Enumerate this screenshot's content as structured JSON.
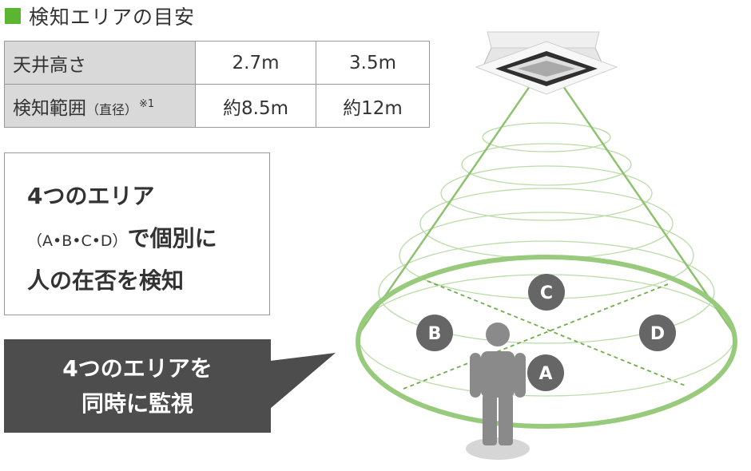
{
  "heading": {
    "title": "検知エリアの目安",
    "accent_color": "#5cb531"
  },
  "table": {
    "rows": [
      {
        "label": "天井高さ",
        "label_sub": "",
        "note": "",
        "values": [
          "2.7m",
          "3.5m"
        ]
      },
      {
        "label": "検知範囲",
        "label_sub": "（直径）",
        "note": "※1",
        "values": [
          "約8.5m",
          "約12m"
        ]
      }
    ]
  },
  "feature_box": {
    "line1": "4つのエリア",
    "line2_small": "（A•B•C•D）",
    "line2_rest": "で個別に",
    "line3": "人の在否を検知"
  },
  "callout": {
    "line1": "4つのエリアを",
    "line2": "同時に監視",
    "color": "#4d4d4d"
  },
  "zones": {
    "a": "A",
    "b": "B",
    "c": "C",
    "d": "D"
  },
  "colors": {
    "cone": "#8dc26f",
    "zone_badge": "#666666",
    "person": "#8a8a8a"
  }
}
